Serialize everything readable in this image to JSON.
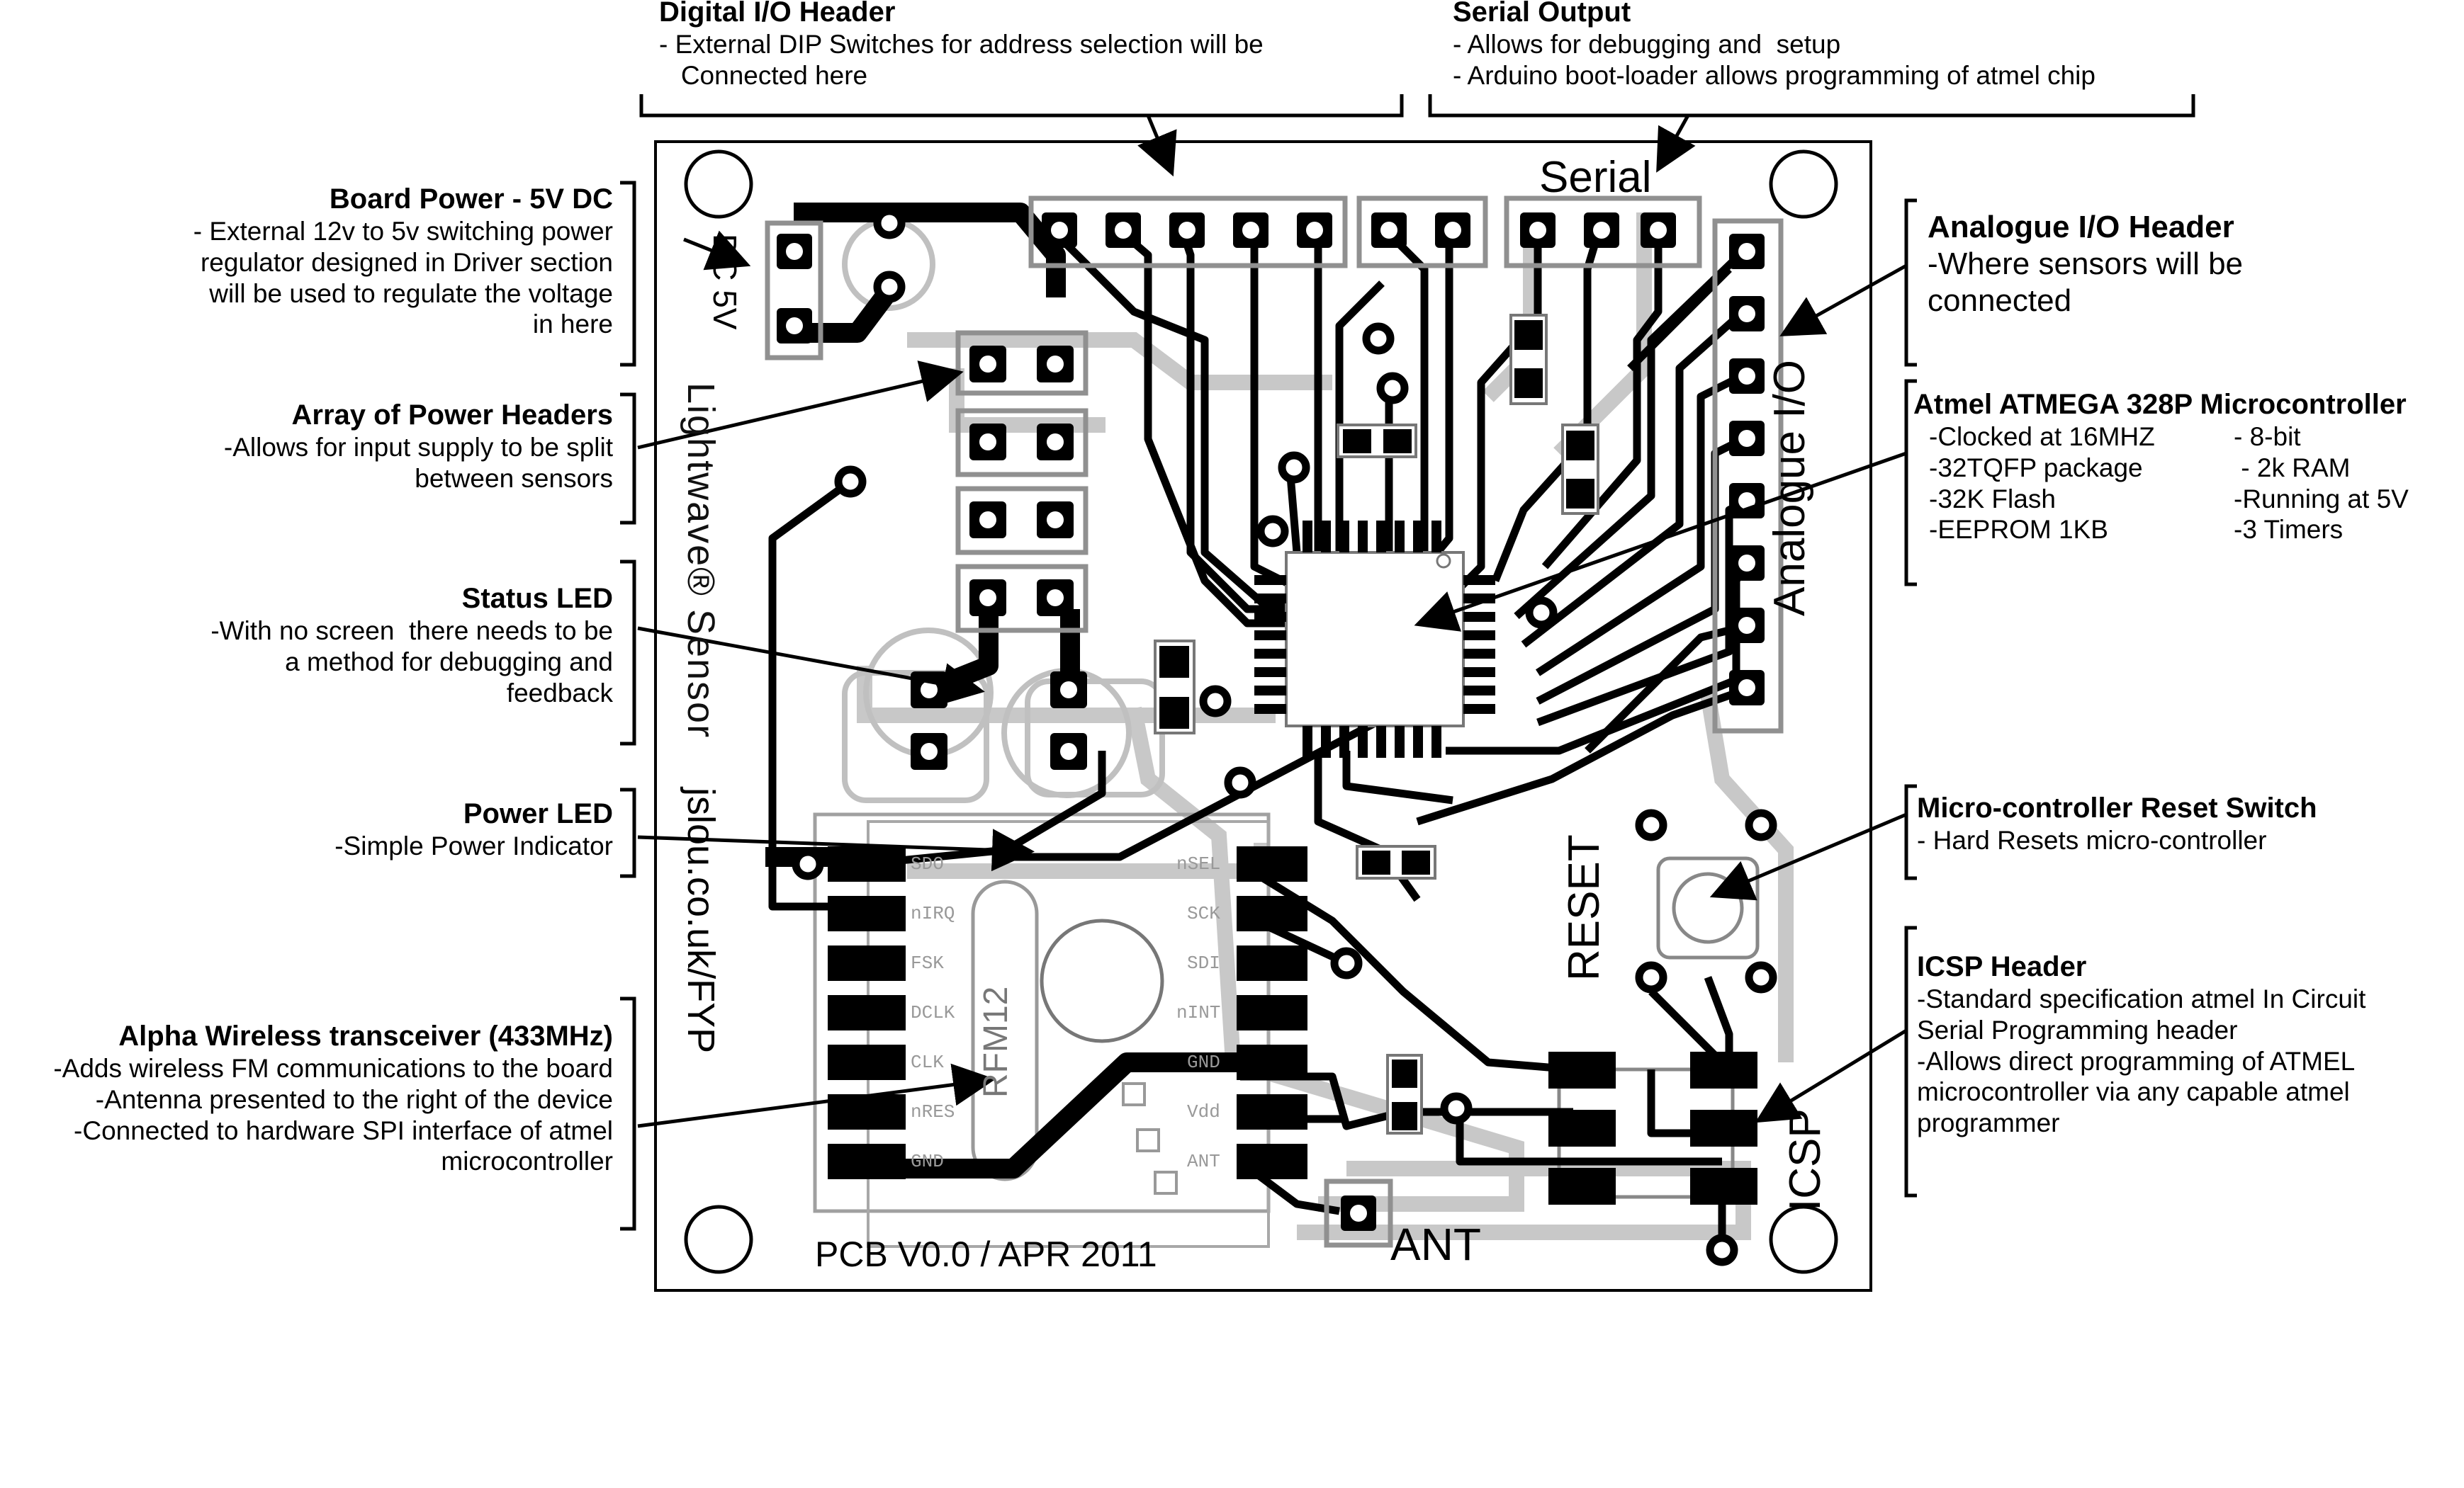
{
  "annotations": {
    "board_power": {
      "title": "Board Power - 5V DC",
      "lines": [
        "- External 12v to 5v switching power",
        "regulator designed in Driver section",
        "will be used to regulate the voltage",
        "in here"
      ]
    },
    "power_headers": {
      "title": "Array of Power Headers",
      "lines": [
        "-Allows for input supply to be split",
        "between sensors"
      ]
    },
    "status_led": {
      "title": "Status LED",
      "lines": [
        "-With no screen  there needs to be",
        "a method for debugging and",
        "feedback"
      ]
    },
    "power_led": {
      "title": "Power LED",
      "lines": [
        "-Simple Power Indicator"
      ]
    },
    "wireless": {
      "title": "Alpha Wireless transceiver (433MHz)",
      "lines": [
        "-Adds wireless FM communications to the board",
        "-Antenna presented to the right of the device",
        "-Connected to hardware SPI interface of atmel",
        "microcontroller"
      ]
    },
    "digital_io": {
      "title": "Digital I/O Header",
      "lines": [
        "- External DIP Switches for address selection will be",
        "   Connected here"
      ]
    },
    "serial_output": {
      "title": "Serial Output",
      "lines": [
        "- Allows for debugging and  setup",
        "- Arduino boot-loader allows programming of atmel chip"
      ]
    },
    "analogue_io": {
      "title": "Analogue I/O Header",
      "lines": [
        "-Where sensors will be",
        "connected"
      ]
    },
    "atmel": {
      "title": "Atmel ATMEGA 328P Microcontroller",
      "col1": [
        "-Clocked at 16MHZ",
        "-32TQFP package",
        "-32K Flash",
        "-EEPROM 1KB"
      ],
      "col2": [
        "- 8-bit",
        " - 2k RAM",
        "-Running at 5V",
        "-3 Timers"
      ]
    },
    "reset": {
      "title": "Micro-controller Reset Switch",
      "lines": [
        "- Hard Resets micro-controller"
      ]
    },
    "icsp": {
      "title": "ICSP Header",
      "lines": [
        "-Standard specification atmel In Circuit",
        "Serial Programming header",
        "-Allows direct programming of ATMEL",
        "microcontroller via any capable atmel",
        "programmer"
      ]
    }
  },
  "pcb": {
    "serial_label": "Serial",
    "analogue_label": "Analogue I/O",
    "dc_label": "DC 5V",
    "brand": "Lightwave® Sensor",
    "url": "jslou.co.uk/FYP",
    "reset_label": "RESET",
    "icsp_label": "ICSP",
    "ant_label": "ANT",
    "version": "PCB V0.0 / APR 2011",
    "rfm_label": "RFM12",
    "rfm_left_pins": [
      "SDO",
      "nIRQ",
      "FSK",
      "DCLK",
      "CLK",
      "nRES",
      "GND"
    ],
    "rfm_right_pins": [
      "nSEL",
      "SCK",
      "SDI",
      "nINT",
      "GND",
      "Vdd",
      "ANT"
    ]
  }
}
